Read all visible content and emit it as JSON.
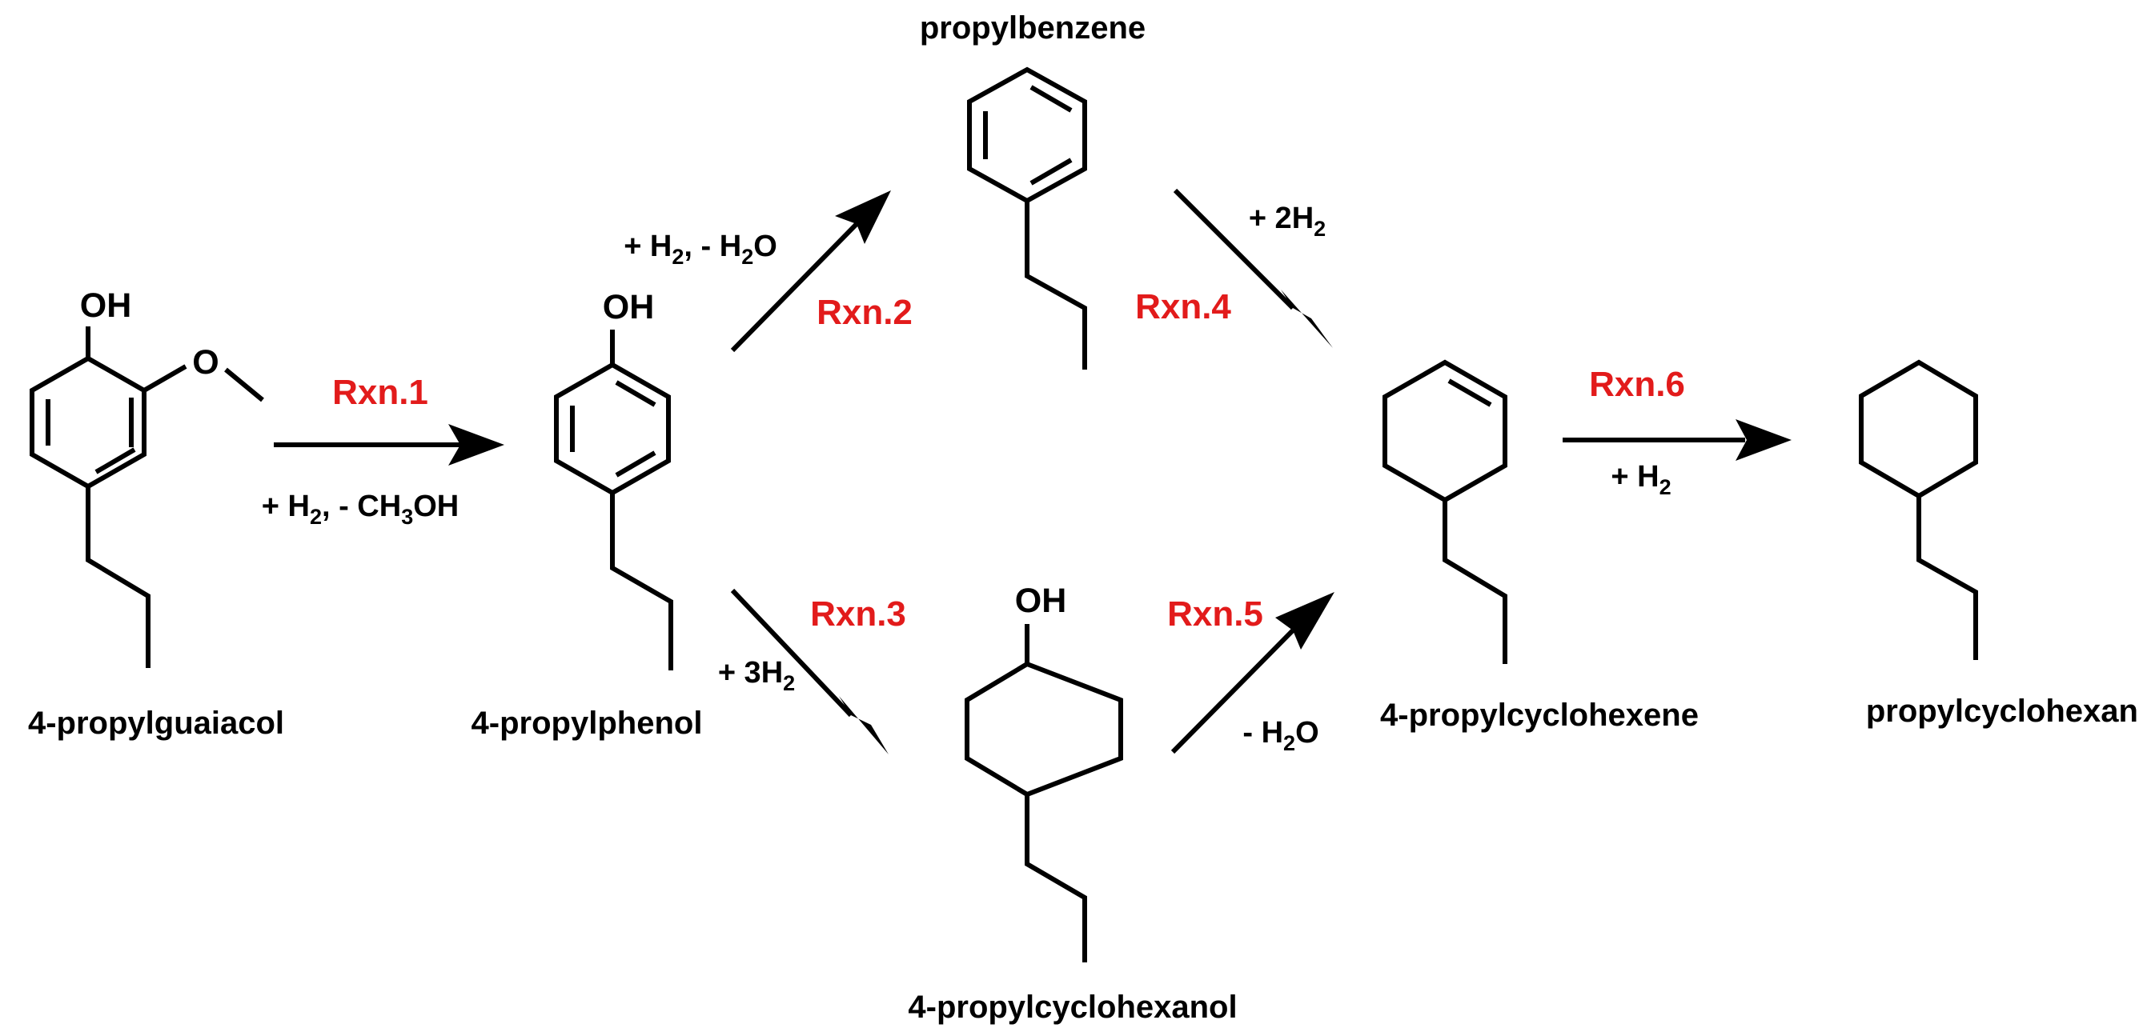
{
  "scheme": {
    "compounds": {
      "propylguaiacol": "4-propylguaiacol",
      "propylphenol": "4-propylphenol",
      "propylbenzene": "propylbenzene",
      "propylcyclohexanol": "4-propylcyclohexanol",
      "propylcyclohexene": "4-propylcyclohexene",
      "propylcyclohexane": "propylcyclohexane"
    },
    "atoms": {
      "oh": "OH",
      "oxygen": "O"
    },
    "reactions": {
      "rxn1": "Rxn.1",
      "rxn2": "Rxn.2",
      "rxn3": "Rxn.3",
      "rxn4": "Rxn.4",
      "rxn5": "Rxn.5",
      "rxn6": "Rxn.6"
    },
    "conditions": {
      "rxn1": {
        "a": "+ H",
        "b": "2",
        "c": ", - CH",
        "d": "3",
        "e": "OH"
      },
      "rxn2": {
        "a": "+ H",
        "b": "2",
        "c": ", - H",
        "d": "2",
        "e": "O"
      },
      "rxn3": {
        "a": "+ 3H",
        "b": "2"
      },
      "rxn4": {
        "a": "+ 2H",
        "b": "2"
      },
      "rxn5": {
        "a": "- H",
        "b": "2",
        "c": "O"
      },
      "rxn6": {
        "a": "+ H",
        "b": "2"
      }
    },
    "colors": {
      "reaction_label": "#e21b1b",
      "structure": "#000000",
      "background": "#ffffff"
    }
  }
}
